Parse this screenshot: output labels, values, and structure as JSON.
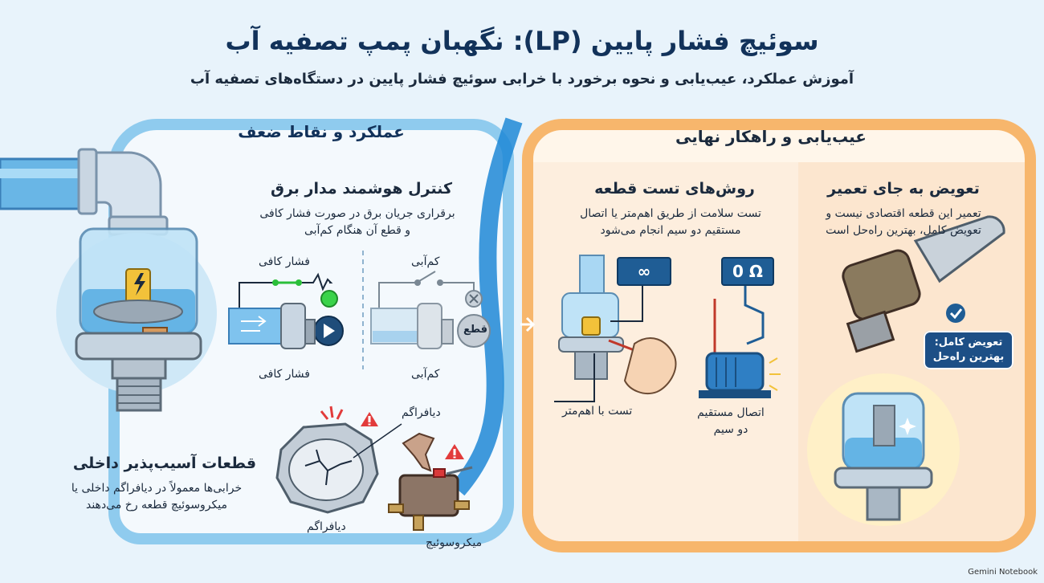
{
  "title": "سوئیچ فشار پایین (LP): نگهبان پمپ تصفیه آب",
  "subtitle": "آموزش عملکرد، عیب‌یابی و نحوه برخورد با خرابی سوئیچ فشار پایین در دستگاه‌های تصفیه آب",
  "left_panel": {
    "header": "عملکرد و نقاط ضعف",
    "control": {
      "title": "کنترل هوشمند مدار برق",
      "desc_line1": "برقراری جریان برق در صورت فشار کافی",
      "desc_line2": "و قطع آن هنگام کم‌آبی",
      "label_pressure_top": "فشار کافی",
      "label_pressure_bottom": "فشار کافی",
      "label_low_top": "کم‌آبی",
      "label_low_bottom": "کم‌آبی",
      "cut_label": "قطع"
    },
    "parts": {
      "title": "قطعات آسیب‌پذیر داخلی",
      "desc_line1": "خرابی‌ها معمولاً در دیافراگم داخلی یا",
      "desc_line2": "میکروسوئیچ قطعه رخ می‌دهند",
      "diaphragm_top": "دیافراگم",
      "diaphragm_bottom": "دیافراگم",
      "microswitch": "میکروسوئیچ"
    }
  },
  "right_panel": {
    "header": "عیب‌یابی و راهکار نهایی",
    "test": {
      "title": "روش‌های تست قطعه",
      "desc_line1": "تست سلامت از طریق اهم‌متر یا اتصال",
      "desc_line2": "مستقیم دو سیم انجام می‌شود",
      "infinity": "∞",
      "zero_ohm": "0 Ω",
      "ohmmeter_label": "تست با اهم‌متر",
      "direct_label_line1": "اتصال مستقیم",
      "direct_label_line2": "دو سیم"
    },
    "replace": {
      "title": "تعویض به جای تعمیر",
      "desc_line1": "تعمیر این قطعه اقتصادی نیست و",
      "desc_line2": "تعویض کامل، بهترین راه‌حل است",
      "badge_line1": "تعویض کامل:",
      "badge_line2": "بهترین راه‌حل"
    }
  },
  "footer": "Gemini Notebook",
  "colors": {
    "blue_border": "#8fcbee",
    "orange_border": "#f7b66c",
    "title": "#12325a",
    "value_box": "#1f5d95"
  }
}
